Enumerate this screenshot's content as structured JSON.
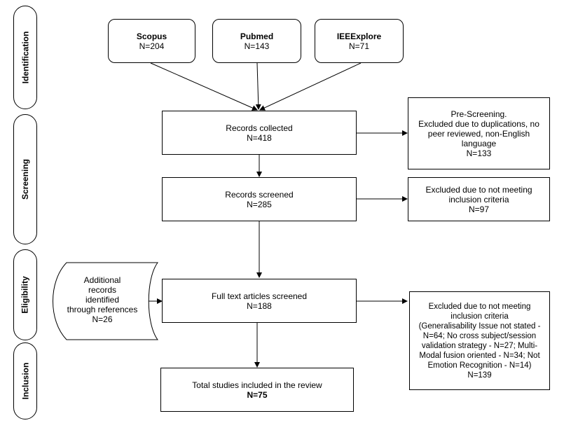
{
  "phases": {
    "identification": "Identification",
    "screening": "Screening",
    "eligibility": "Eligibility",
    "inclusion": "Inclusion"
  },
  "sources": {
    "scopus": {
      "name": "Scopus",
      "count": "N=204"
    },
    "pubmed": {
      "name": "Pubmed",
      "count": "N=143"
    },
    "ieee": {
      "name": "IEEExplore",
      "count": "N=71"
    }
  },
  "collected": {
    "label": "Records collected",
    "count": "N=418"
  },
  "prescreen": {
    "title": "Pre-Screening.",
    "line1": "Excluded due to duplications, no",
    "line2": "peer reviewed, non-English",
    "line3": "language",
    "count": "N=133"
  },
  "screened": {
    "label": "Records screened",
    "count": "N=285"
  },
  "excluded1": {
    "line1": "Excluded due to not meeting",
    "line2": "inclusion criteria",
    "count": "N=97"
  },
  "additional": {
    "line1": "Additional",
    "line2": "records",
    "line3": "identified",
    "line4": "through references",
    "count": "N=26"
  },
  "fulltext": {
    "label": "Full text articles screened",
    "count": "N=188"
  },
  "excluded2": {
    "line1": "Excluded due to not meeting",
    "line2": "inclusion criteria",
    "line3": "(Generalisability Issue not stated -",
    "line4": "N=64; No cross subject/session",
    "line5": "validation strategy - N=27; Multi-",
    "line6": "Modal fusion oriented - N=34; Not",
    "line7": "Emotion Recognition - N=14)",
    "count": "N=139"
  },
  "total": {
    "label": "Total studies included in the review",
    "count": "N=75"
  }
}
